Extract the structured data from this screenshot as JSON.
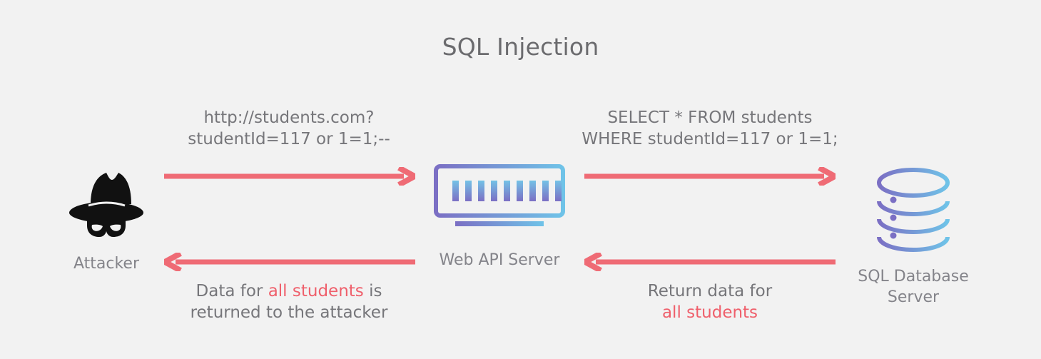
{
  "title": "SQL Injection",
  "colors": {
    "background": "#f2f2f2",
    "title_text": "#6b6b6e",
    "caption_text": "#76767a",
    "highlight": "#ef5f6b",
    "arrow": "#ef6b75",
    "icon_gradient_start": "#7b6fc4",
    "icon_gradient_end": "#6fc3e8",
    "attacker_icon": "#111111"
  },
  "nodes": [
    {
      "id": "attacker",
      "label": "Attacker",
      "icon": "attacker-hat-mask-icon"
    },
    {
      "id": "web-api-server",
      "label": "Web API Server",
      "icon": "server-monitor-icon"
    },
    {
      "id": "sql-database-server",
      "label": "SQL Database\nServer",
      "label_line1": "SQL Database",
      "label_line2": "Server",
      "icon": "database-cylinder-icon"
    }
  ],
  "flows": {
    "request_attacker_to_server": {
      "direction": "right",
      "icon": "arrow-right-icon",
      "caption_line1": "http://students.com?",
      "caption_line2": "studentId=117 or 1=1;--"
    },
    "query_server_to_database": {
      "direction": "right",
      "icon": "arrow-right-icon",
      "caption_line1": "SELECT * FROM students",
      "caption_line2": "WHERE studentId=117 or 1=1;"
    },
    "response_database_to_server": {
      "direction": "left",
      "icon": "arrow-left-icon",
      "caption_line1_plain": "Return data for",
      "caption_line2_highlight": "all students"
    },
    "response_server_to_attacker": {
      "direction": "left",
      "icon": "arrow-left-icon",
      "caption_line1_prefix": "Data for ",
      "caption_line1_highlight": "all students",
      "caption_line1_suffix": " is",
      "caption_line2": "returned to the attacker"
    }
  }
}
